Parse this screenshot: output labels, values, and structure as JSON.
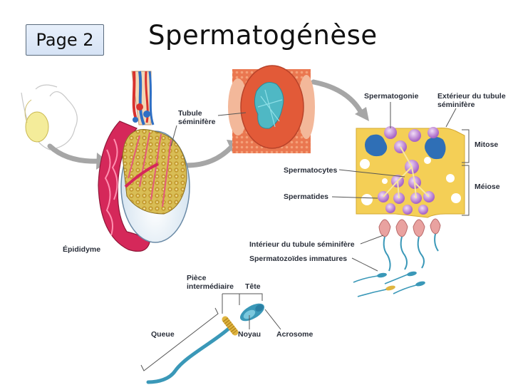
{
  "header": {
    "page_label": "Page 2",
    "title": "Spermatogénèse"
  },
  "labels": {
    "tubule_line1": "Tubule",
    "tubule_line2": "séminifère",
    "epididyme": "Épididyme",
    "spermatogonie": "Spermatogonie",
    "exterieur_line1": "Extérieur du tubule",
    "exterieur_line2": "séminifère",
    "mitose": "Mitose",
    "meiose": "Méiose",
    "spermatocytes": "Spermatocytes",
    "spermatides": "Spermatides",
    "interieur": "Intérieur du tubule séminifère",
    "spermatozoides": "Spermatozoïdes immatures",
    "piece_line1": "Pièce",
    "piece_line2": "intermédiaire",
    "tete": "Tête",
    "queue": "Queue",
    "noyau": "Noyau",
    "acrosome": "Acrosome"
  },
  "colors": {
    "epididymis": "#d5285a",
    "tubules": "#c8a93a",
    "vessels_red": "#d8322e",
    "vessels_blue": "#2f6fc4",
    "tissue_orange": "#e8704a",
    "lumen_teal": "#4fb8c4",
    "tubule_wall": "#f4cf56",
    "spermatogonia": "#2f6fb6",
    "germ_cell": "#9a4fb8",
    "arrow_gray": "#9a9a9a",
    "sperm_teal": "#3a98b8",
    "sperm_gold": "#e0b540"
  }
}
